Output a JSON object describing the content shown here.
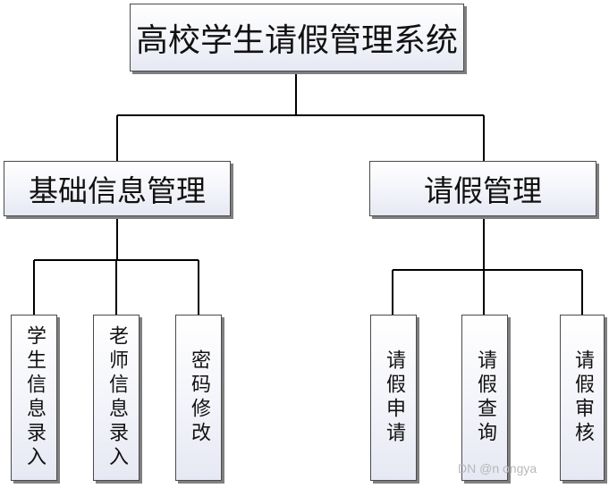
{
  "diagram": {
    "root": {
      "label": "高校学生请假管理系统"
    },
    "branches": [
      {
        "label": "基础信息管理",
        "children": [
          {
            "label": "学生信息录入"
          },
          {
            "label": "老师信息录入"
          },
          {
            "label": "密码修改"
          }
        ]
      },
      {
        "label": "请假管理",
        "children": [
          {
            "label": "请假申请"
          },
          {
            "label": "请假查询"
          },
          {
            "label": "请假审核"
          }
        ]
      }
    ]
  },
  "watermark": "DN @n        ongya"
}
